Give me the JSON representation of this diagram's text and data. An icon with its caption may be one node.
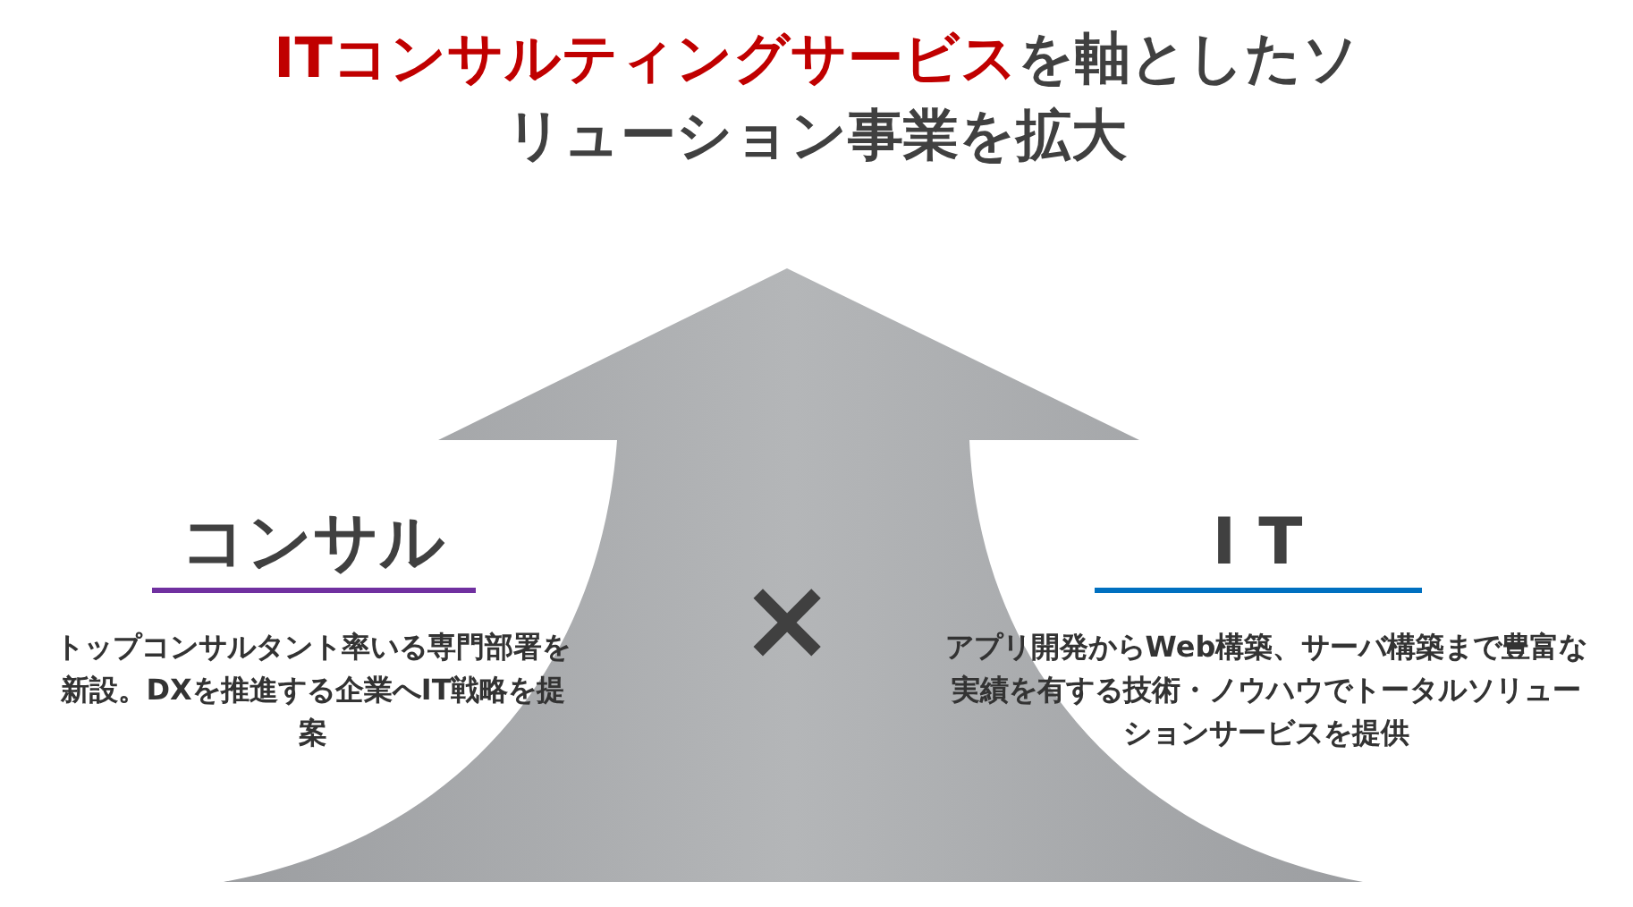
{
  "diagram": {
    "title": "**ITコンサルティングサービス**を軸としたソリューション事業を拡大",
    "labels": [
      "コンサル",
      "トップコンサルタント率いる専門部署を新設。DXを推進する企業へIT戦略を提案",
      "×",
      "I T",
      "アプリ開発からWeb構築、サーバ構築まで豊富な実績を有する技術・ノウハウでトータルソリューションサービスを提供"
    ]
  }
}
